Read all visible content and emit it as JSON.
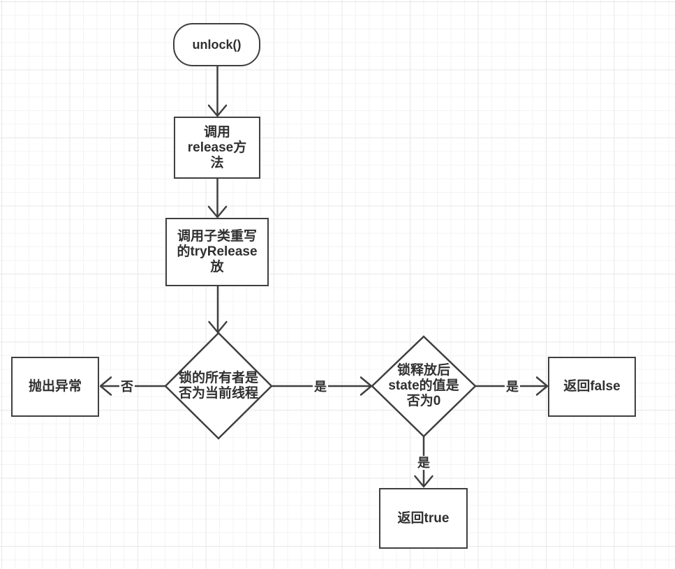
{
  "theme": {
    "background": "#ffffff",
    "grid_minor": "#f3f3f3",
    "grid_major": "#e7e7e7",
    "stroke": "#3f3f3f",
    "text": "#303030",
    "node_fill": "#ffffff"
  },
  "flowchart": {
    "nodes": {
      "start": {
        "type": "rounded",
        "label": "unlock()"
      },
      "call_release": {
        "type": "process",
        "label": "调用\nrelease方\n法"
      },
      "call_try_release": {
        "type": "process",
        "label": "调用子类重写\n的tryRelease\n放"
      },
      "owner_check": {
        "type": "decision",
        "label": "锁的所有者是\n否为当前线程"
      },
      "throw_exception": {
        "type": "process",
        "label": "抛出异常"
      },
      "state_check": {
        "type": "decision",
        "label": "锁释放后\nstate的值是\n否为0"
      },
      "return_false": {
        "type": "process",
        "label": "返回false"
      },
      "return_true": {
        "type": "process",
        "label": "返回true"
      }
    },
    "edges": {
      "start_to_release": {
        "from": "start",
        "to": "call_release",
        "label": ""
      },
      "release_to_try": {
        "from": "call_release",
        "to": "call_try_release",
        "label": ""
      },
      "try_to_owner": {
        "from": "call_try_release",
        "to": "owner_check",
        "label": ""
      },
      "owner_no_to_throw": {
        "from": "owner_check",
        "to": "throw_exception",
        "label": "否"
      },
      "owner_yes_to_state": {
        "from": "owner_check",
        "to": "state_check",
        "label": "是"
      },
      "state_yes_to_false": {
        "from": "state_check",
        "to": "return_false",
        "label": "是"
      },
      "state_yes_to_true": {
        "from": "state_check",
        "to": "return_true",
        "label": "是"
      }
    }
  }
}
